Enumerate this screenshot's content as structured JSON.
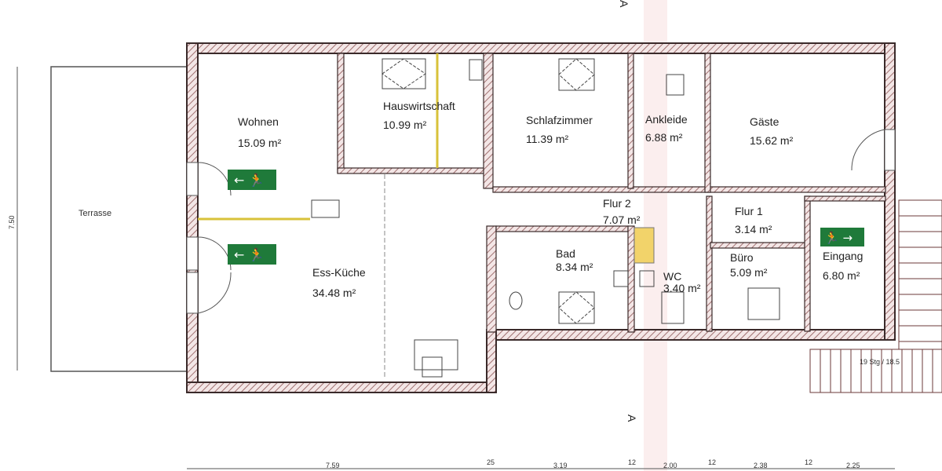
{
  "plan": {
    "rooms": [
      {
        "name": "Wohnen",
        "area": "15.09 m²"
      },
      {
        "name": "Hauswirtschaft",
        "area": "10.99 m²"
      },
      {
        "name": "Schlafzimmer",
        "area": "11.39 m²"
      },
      {
        "name": "Ankleide",
        "area": "6.88 m²"
      },
      {
        "name": "Gäste",
        "area": "15.62 m²"
      },
      {
        "name": "Flur 2",
        "area": "7.07 m²"
      },
      {
        "name": "Flur 1",
        "area": "3.14 m²"
      },
      {
        "name": "Bad",
        "area": "8.34 m²"
      },
      {
        "name": "WC",
        "area": "3.40 m²"
      },
      {
        "name": "Büro",
        "area": "5.09 m²"
      },
      {
        "name": "Eingang",
        "area": "6.80 m²"
      },
      {
        "name": "Ess-Küche",
        "area": "34.48 m²"
      }
    ],
    "terrace": "Terrasse",
    "stairs_label": "19 Stg / 18.5",
    "section_marker": "A",
    "vertical_dimension": "7.50",
    "bottom_dimensions": [
      "7.59",
      "25",
      "3.19",
      "12",
      "2.00",
      "12",
      "2.38",
      "12",
      "2.25"
    ],
    "colors": {
      "wall": "#3a2a2a",
      "hatch": "#b08080",
      "exit_sign": "#1f7a3a",
      "yellow_line": "#d8c23a"
    }
  }
}
